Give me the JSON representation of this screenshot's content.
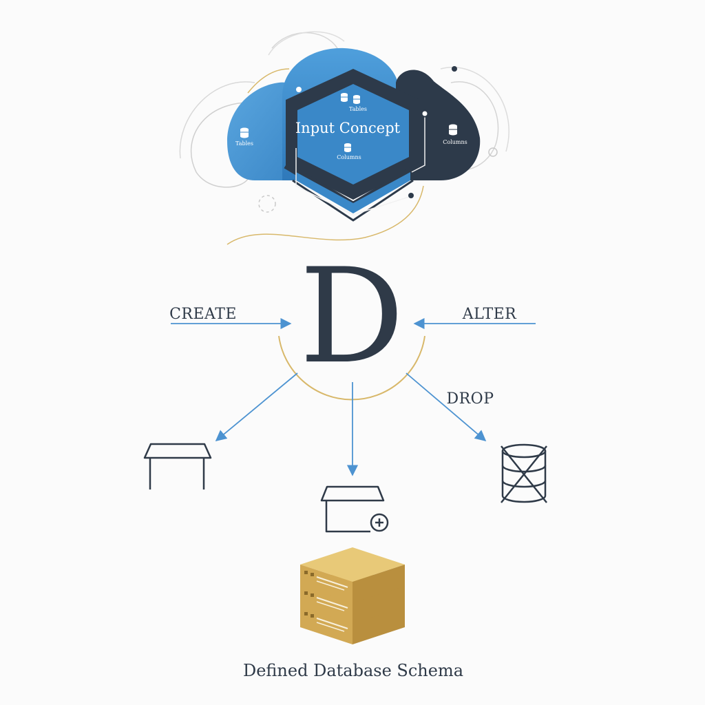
{
  "cloud": {
    "center_label": "Input Concept",
    "tag_left": "Tables",
    "tag_top": "Tables",
    "tag_inner_bottom": "Columns",
    "tag_right": "Columns"
  },
  "hub": {
    "letter": "D"
  },
  "operations": {
    "create": "CREATE",
    "alter": "ALTER",
    "drop": "DROP"
  },
  "output": {
    "caption": "Defined Database Schema"
  },
  "colors": {
    "cloud_blue": "#3b88c8",
    "cloud_blue_light": "#4a9ad6",
    "cloud_navy": "#2d3a4a",
    "arrow_blue": "#4d93d1",
    "gold": "#d8b86a",
    "server_gold": "#d9b35f",
    "text": "#2f3a48"
  }
}
